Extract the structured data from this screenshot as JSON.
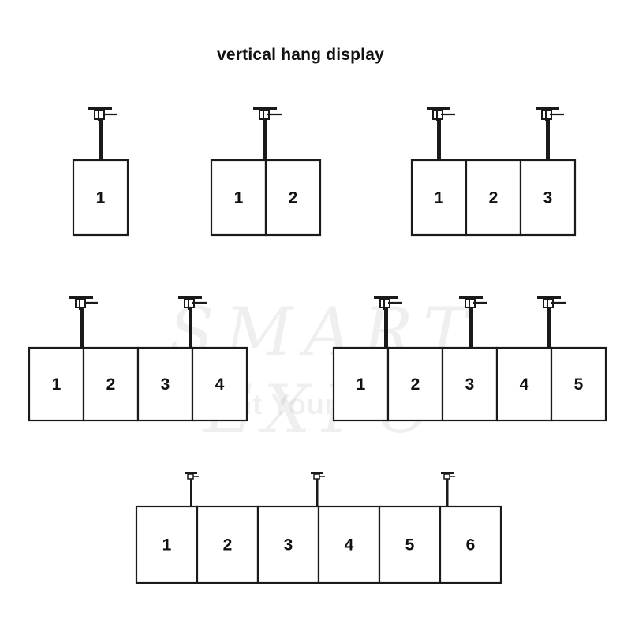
{
  "title": "vertical hang display",
  "watermark": {
    "main": "SMART EXPO",
    "sub": "Light Your Brand!"
  },
  "configurations": [
    {
      "panels": [
        "1"
      ]
    },
    {
      "panels": [
        "1",
        "2"
      ]
    },
    {
      "panels": [
        "1",
        "2",
        "3"
      ]
    },
    {
      "panels": [
        "1",
        "2",
        "3",
        "4"
      ]
    },
    {
      "panels": [
        "1",
        "2",
        "3",
        "4",
        "5"
      ]
    },
    {
      "panels": [
        "1",
        "2",
        "3",
        "4",
        "5",
        "6"
      ]
    }
  ],
  "colors": {
    "line": "#1a1a1a",
    "background": "#ffffff"
  }
}
